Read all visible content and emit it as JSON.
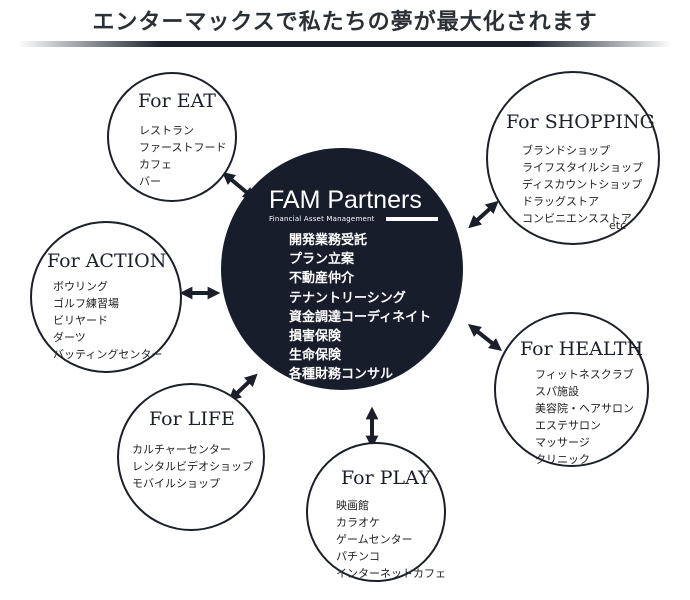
{
  "headline": "エンターマックスで私たちの夢が最大化されます",
  "center": {
    "brand": "FAM Partners",
    "subtitle": "Financial Asset Management",
    "services": [
      "開発業務受託",
      "プラン立案",
      "不動産仲介",
      "テナントリーシング",
      "資金調達コーディネイト",
      "損害保険",
      "生命保険",
      "各種財務コンサル"
    ]
  },
  "eat": {
    "title": "For EAT",
    "items": [
      "レストラン",
      "ファーストフード",
      "カフェ",
      "バー"
    ]
  },
  "shopping": {
    "title": "For SHOPPING",
    "items": [
      "ブランドショップ",
      "ライフスタイルショップ",
      "ディスカウントショップ",
      "ドラッグストア",
      "コンビニエンスストア"
    ],
    "etc": "etc"
  },
  "action": {
    "title": "For ACTION",
    "items": [
      "ボウリング",
      "ゴルフ練習場",
      "ビリヤード",
      "ダーツ",
      "バッティングセンター"
    ]
  },
  "health": {
    "title": "For HEALTH",
    "items": [
      "フィットネスクラブ",
      "スパ施設",
      "美容院・ヘアサロン",
      "エステサロン",
      "マッサージ",
      "クリニック"
    ]
  },
  "life": {
    "title": "For LIFE",
    "items": [
      "カルチャーセンター",
      "レンタルビデオショップ",
      "モバイルショップ"
    ]
  },
  "play": {
    "title": "For PLAY",
    "items": [
      "映画館",
      "カラオケ",
      "ゲームセンター",
      "パチンコ",
      "インターネットカフェ"
    ]
  }
}
